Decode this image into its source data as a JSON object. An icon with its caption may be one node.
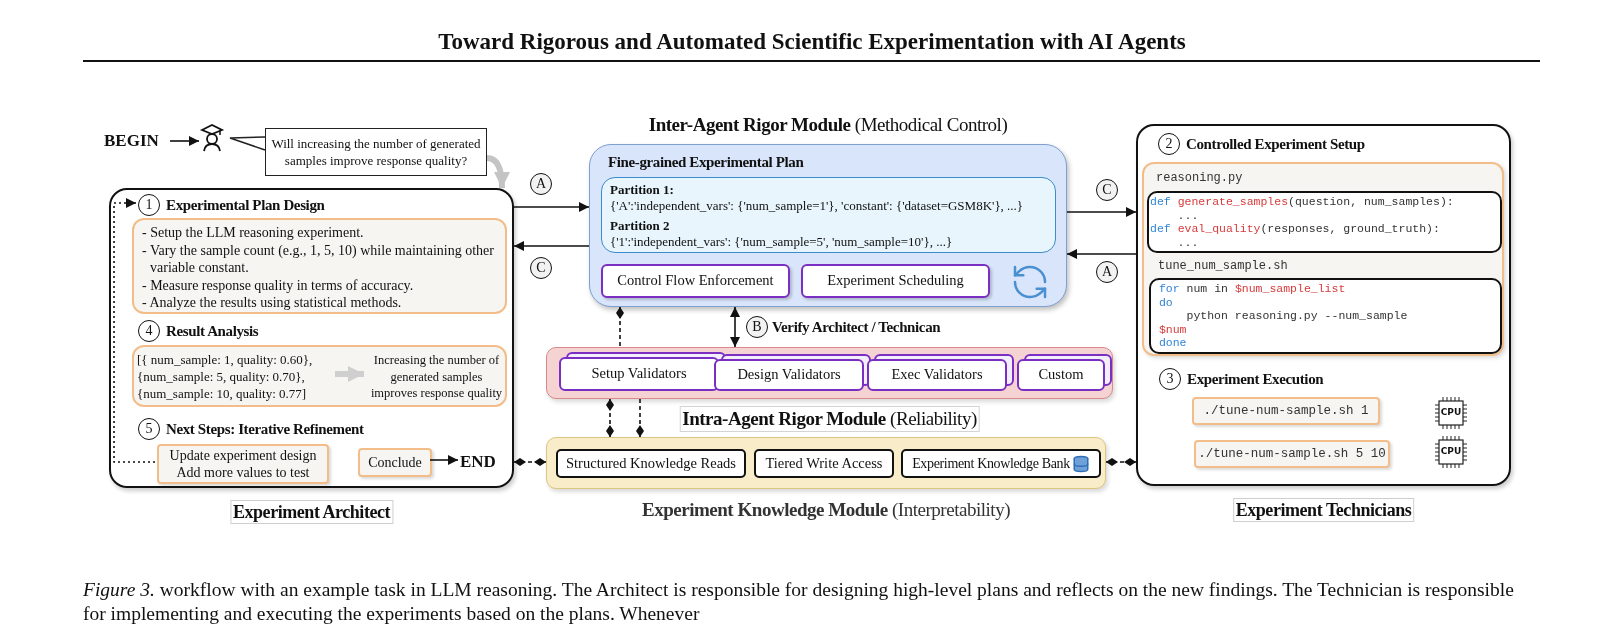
{
  "diagram": {
    "title": "Toward Rigorous and Automated Scientific Experimentation with AI Agents",
    "caption": "*Figure 3.* workflow with an example task in LLM reasoning. The Architect is responsible for designing high-level plans and reflects on the new findings. The Technician is responsible for implementing and executing the experiments based on the plans. Whenever",
    "nodes": [
      {
        "text": [
          "BEGIN"
        ]
      },
      {
        "text": [],
        "shape": "person"
      },
      {
        "text": [
          "Will increasing the number of generated samples improve response quality?"
        ]
      },
      {
        "text": [
          "Experiment Architect"
        ]
      },
      {
        "text": [
          "1"
        ],
        "in": 3,
        "beside": [
          "Experimental Plan Design"
        ]
      },
      {
        "text": [
          "- Setup the LLM reasoning experiment.",
          "- Vary the sample count (e.g., 1, 5, 10) while maintaining other variable constant.",
          "- Measure response quality in terms of accuracy.",
          "- Analyze the results using statistical methods."
        ],
        "in": 3
      },
      {
        "text": [
          "4"
        ],
        "in": 3,
        "beside": [
          "Result Analysis"
        ]
      },
      {
        "text": [],
        "shape": "box",
        "in": 3
      },
      {
        "text": [
          "[{ num_sample: 1, quality: 0.60}, {num_sample: 5, quality: 0.70}, {num_sample: 10, quality: 0.77]"
        ],
        "in": 7
      },
      {
        "text": [
          "Increasing the number of generated samples improves response quality"
        ],
        "in": 7
      },
      {
        "text": [
          "5"
        ],
        "in": 3,
        "beside": [
          "Next Steps: Iterative Refinement"
        ]
      },
      {
        "text": [
          "Update experiment design",
          "Add more values to test"
        ],
        "in": 3
      },
      {
        "text": [
          "Conclude"
        ],
        "in": 3
      },
      {
        "text": [
          "END"
        ],
        "in": 3
      },
      {
        "text": [
          "**Inter-Agent Rigor Module** (Methodical Control)",
          "Fine-grained Experimental Plan"
        ]
      },
      {
        "text": [
          "Partition 1:",
          "{'A':'independent_vars': {'num_sample=1'}, 'constant': {'dataset=GSM8K'}, ...}",
          "Partition 2",
          "{'1':'independent_vars': {'num_sample=5', 'num_sample=10'}, ...}"
        ],
        "in": 14
      },
      {
        "text": [
          "Control Flow Enforcement"
        ],
        "in": 14
      },
      {
        "text": [
          "Experiment Scheduling"
        ],
        "in": 14
      },
      {
        "text": [
          "**Intra-Agent Rigor Module** (Reliability)"
        ]
      },
      {
        "text": [
          "Setup Validators"
        ],
        "in": 18
      },
      {
        "text": [
          "Design Validators"
        ],
        "in": 18
      },
      {
        "text": [
          "Exec Validators"
        ],
        "in": 18
      },
      {
        "text": [
          "Custom"
        ],
        "in": 18
      },
      {
        "text": [
          "**Experiment Knowledge Module** (Interpretability)"
        ]
      },
      {
        "text": [
          "Structured Knowledge Reads"
        ],
        "in": 23
      },
      {
        "text": [
          "Tiered Write Access"
        ],
        "in": 23
      },
      {
        "text": [
          "Experiment Knowledge Bank"
        ],
        "in": 23
      },
      {
        "text": [
          "Experiment Technicians"
        ]
      },
      {
        "text": [
          "2"
        ],
        "in": 27,
        "beside": [
          "Controlled Experiment Setup"
        ]
      },
      {
        "text": [
          "reasoning.py",
          "tune_num_sample.sh"
        ],
        "in": 27
      },
      {
        "text": [
          "def generate_samples(question, num_samples):",
          "    ...",
          "def eval_quality(responses, ground_truth):",
          "    ..."
        ],
        "in": 29
      },
      {
        "text": [
          " for num in $num_sample_list",
          " do",
          "     python reasoning.py --num_sample",
          " $num",
          " done"
        ],
        "in": 29
      },
      {
        "text": [
          "3"
        ],
        "in": 27,
        "beside": [
          "Experiment Execution"
        ]
      },
      {
        "text": [
          "./tune-num-sample.sh 1"
        ],
        "in": 27
      },
      {
        "text": [
          "./tune-num-sample.sh 5 10"
        ],
        "in": 27
      }
    ],
    "edges": [
      {
        "from": 0,
        "to": 1,
        "arrow": "to"
      },
      {
        "from": 2,
        "to": 3,
        "arrow": "to",
        "style": "thick",
        "color": "#c4c4c4"
      },
      {
        "from": 11,
        "to": 4,
        "arrow": "to",
        "style": "dashed"
      },
      {
        "from": 12,
        "to": 13,
        "arrow": "to"
      },
      {
        "from": 3,
        "to": 14,
        "arrow": "to",
        "label": "A"
      },
      {
        "from": 14,
        "to": 3,
        "arrow": "to",
        "label": "C"
      },
      {
        "from": 14,
        "to": 27,
        "arrow": "to",
        "label": "C"
      },
      {
        "from": 27,
        "to": 14,
        "arrow": "to",
        "label": "A"
      },
      {
        "from": 14,
        "to": 18,
        "arrow": "both",
        "label": "B"
      },
      {
        "from": 14,
        "to": 18,
        "arrow": "other",
        "style": "dashed"
      },
      {
        "from": 18,
        "to": 23,
        "arrow": "other",
        "style": "dashed"
      },
      {
        "from": 18,
        "to": 23,
        "arrow": "other",
        "style": "dashed"
      },
      {
        "from": 3,
        "to": 23,
        "arrow": "other",
        "style": "dashed"
      },
      {
        "from": 23,
        "to": 27,
        "arrow": "other",
        "style": "dashed"
      },
      {
        "from": 8,
        "to": 9,
        "arrow": "to",
        "style": "thick",
        "color": "#cfcfcf"
      }
    ],
    "labels": [
      "Verify Architect / Technican",
      "CPU",
      "CPU"
    ]
  }
}
